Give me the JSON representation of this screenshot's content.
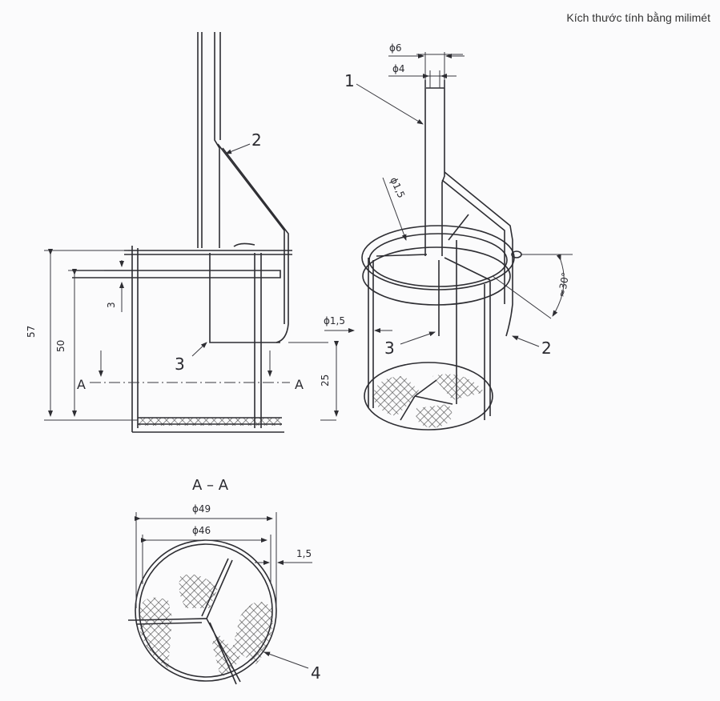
{
  "caption": "Kích thước tính bằng milimét",
  "side_view": {
    "dims": {
      "d57": "57",
      "d50": "50",
      "d3": "3",
      "d25": "25"
    },
    "section_marks": [
      "A",
      "A"
    ],
    "callouts": {
      "c2": "2",
      "c3": "3"
    }
  },
  "perspective_view": {
    "dims": {
      "phi6": "ϕ6",
      "phi4": "ϕ4",
      "phi15_ring": "ϕ1,5",
      "phi15_wire": "ϕ1,5",
      "angle": "≈30°"
    },
    "callouts": {
      "c1": "1",
      "c2": "2",
      "c3": "3"
    }
  },
  "section_view": {
    "title": "A – A",
    "dims": {
      "phi49": "ϕ49",
      "phi46": "ϕ46",
      "gap": "1,5"
    },
    "callouts": {
      "c4": "4"
    }
  }
}
